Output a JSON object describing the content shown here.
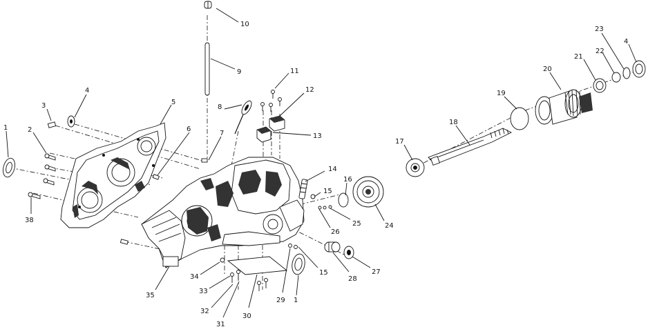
{
  "callouts": [
    {
      "id": "c10",
      "label": "10"
    },
    {
      "id": "c9",
      "label": "9"
    },
    {
      "id": "c11",
      "label": "11"
    },
    {
      "id": "c12",
      "label": "12"
    },
    {
      "id": "c8",
      "label": "8"
    },
    {
      "id": "c13",
      "label": "13"
    },
    {
      "id": "c5",
      "label": "5"
    },
    {
      "id": "c4a",
      "label": "4"
    },
    {
      "id": "c3",
      "label": "3"
    },
    {
      "id": "c1a",
      "label": "1"
    },
    {
      "id": "c2",
      "label": "2"
    },
    {
      "id": "c6",
      "label": "6"
    },
    {
      "id": "c7",
      "label": "7"
    },
    {
      "id": "c38",
      "label": "38"
    },
    {
      "id": "c14",
      "label": "14"
    },
    {
      "id": "c15a",
      "label": "15"
    },
    {
      "id": "c16",
      "label": "16"
    },
    {
      "id": "c26",
      "label": "26"
    },
    {
      "id": "c25",
      "label": "25"
    },
    {
      "id": "c24",
      "label": "24"
    },
    {
      "id": "c35",
      "label": "35"
    },
    {
      "id": "c34",
      "label": "34"
    },
    {
      "id": "c33",
      "label": "33"
    },
    {
      "id": "c32",
      "label": "32"
    },
    {
      "id": "c31",
      "label": "31"
    },
    {
      "id": "c30",
      "label": "30"
    },
    {
      "id": "c29",
      "label": "29"
    },
    {
      "id": "c1b",
      "label": "1"
    },
    {
      "id": "c15b",
      "label": "15"
    },
    {
      "id": "c28",
      "label": "28"
    },
    {
      "id": "c27",
      "label": "27"
    },
    {
      "id": "c17",
      "label": "17"
    },
    {
      "id": "c18",
      "label": "18"
    },
    {
      "id": "c19",
      "label": "19"
    },
    {
      "id": "c20",
      "label": "20"
    },
    {
      "id": "c21",
      "label": "21"
    },
    {
      "id": "c22",
      "label": "22"
    },
    {
      "id": "c23",
      "label": "23"
    },
    {
      "id": "c4b",
      "label": "4"
    }
  ]
}
